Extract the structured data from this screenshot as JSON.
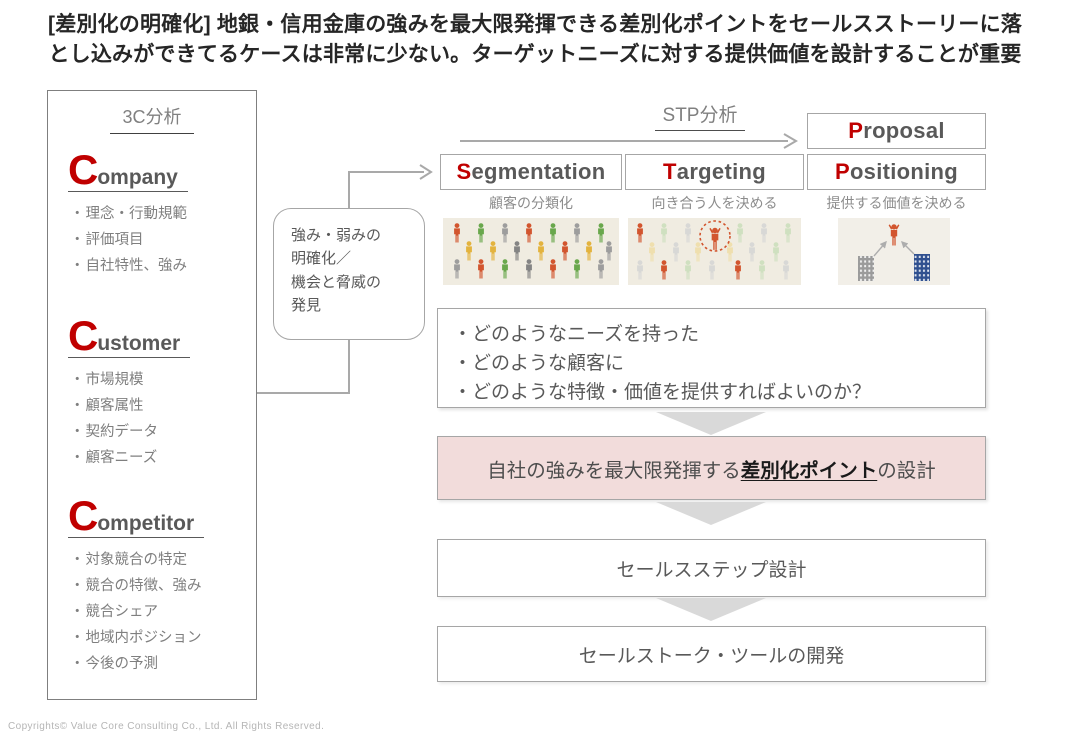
{
  "slide": {
    "title": "[差別化の明確化] 地銀・信用金庫の強みを最大限発揮できる差別化ポイントをセールスストーリーに落とし込みができてるケースは非常に少ない。ターゲットニーズに対する提供価値を設計することが重要",
    "footer": "Copyrights© Value Core Consulting Co., Ltd.  All Rights Reserved."
  },
  "c3": {
    "heading": "3C分析",
    "sections": [
      {
        "initial": "C",
        "rest": "ompany",
        "items": [
          "理念・行動規範",
          "評価項目",
          "自社特性、強み"
        ]
      },
      {
        "initial": "C",
        "rest": "ustomer",
        "items": [
          "市場規模",
          "顧客属性",
          "契約データ",
          "顧客ニーズ"
        ]
      },
      {
        "initial": "C",
        "rest": "ompetitor",
        "items": [
          "対象競合の特定",
          "競合の特徴、強み",
          "競合シェア",
          "地域内ポジション",
          "今後の予測"
        ]
      }
    ]
  },
  "note": {
    "lines": [
      "強み・弱みの",
      "明確化／",
      "機会と脅威の",
      "発見"
    ]
  },
  "stp": {
    "heading": "STP分析",
    "proposal": {
      "initial": "P",
      "rest": "roposal"
    },
    "columns": [
      {
        "initial": "S",
        "rest": "egmentation",
        "caption": "顧客の分類化",
        "image": "crowd-of-colored-people-icons"
      },
      {
        "initial": "T",
        "rest": "argeting",
        "caption": "向き合う人を決める",
        "image": "crowd-with-target-person-circled"
      },
      {
        "initial": "P",
        "rest": "ositioning",
        "caption": "提供する価値を決める",
        "image": "two-buildings-competing-for-person"
      }
    ]
  },
  "questions": {
    "items": [
      "どのようなニーズを持った",
      "どのような顧客に",
      "どのような特徴・価値を提供すればよいのか？"
    ]
  },
  "design_box": {
    "prefix": "自社の強みを最大限発揮する",
    "highlight": "差別化ポイント",
    "suffix": "の設計"
  },
  "steps": [
    "セールスステップ設計",
    "セールストーク・ツールの開発"
  ],
  "colors": {
    "accent_red": "#c00000",
    "heading_gray": "#808080",
    "text_gray": "#595959",
    "border_gray": "#a6a6a6",
    "chevron_gray": "#d9d9d9",
    "design_box_fill": "#f2dcdb",
    "image_bg": "#f0ece1"
  }
}
